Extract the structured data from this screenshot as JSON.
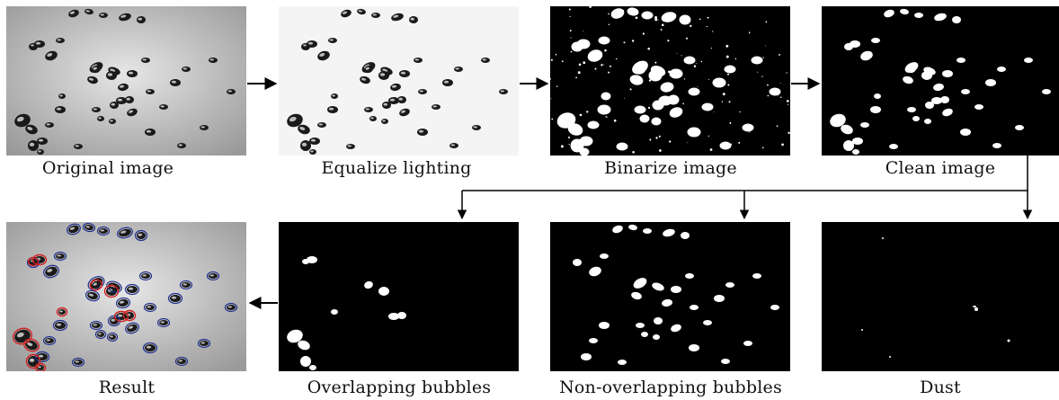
{
  "stages": {
    "original": {
      "label": "Original image"
    },
    "equalize": {
      "label": "Equalize lighting"
    },
    "binarize": {
      "label": "Binarize image"
    },
    "clean": {
      "label": "Clean image"
    },
    "result": {
      "label": "Result"
    },
    "overlapping": {
      "label": "Overlapping bubbles"
    },
    "nonoverlapping": {
      "label": "Non-overlapping bubbles"
    },
    "dust": {
      "label": "Dust"
    }
  },
  "colors": {
    "background": "#ffffff",
    "arrow": "#000000",
    "binary_background": "#000000",
    "binary_foreground": "#ffffff",
    "photo_background": "#d6d6d6",
    "equalized_background": "#f4f4f4",
    "bubble_dark": "#1a1a1a",
    "overlap_outline": "#d11f1f",
    "nonoverlap_outline": "#1f2f8f"
  }
}
